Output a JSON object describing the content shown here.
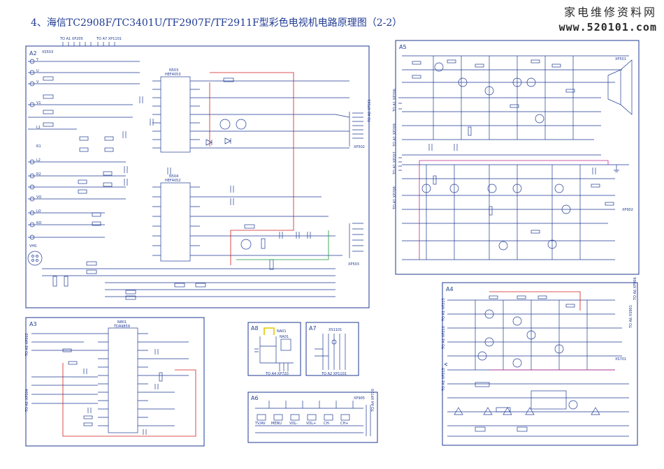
{
  "title": "4、海信TC2908F/TC3401U/TF2907F/TF2911F型彩色电视机电路原理图（2-2）",
  "watermark": {
    "name": "家电维修资料网",
    "url": "www.520101.com"
  },
  "colors": {
    "frame": "#1f3a93",
    "wire": "#1f3a93",
    "redwire": "#d21f1f",
    "greenwire": "#1a9a3a",
    "pinkwire": "#c0268a"
  },
  "panels": {
    "A2": {
      "label": "A2",
      "connectors": [
        "TO A1 XP205",
        "TO A7 XP1101",
        "XS503",
        "XP502",
        "XP503",
        "TO A8 XP501"
      ],
      "ics": [
        {
          "ref": "N503",
          "part": "HEF4053"
        },
        {
          "ref": "N504",
          "part": "HEF4052"
        }
      ],
      "inputs": [
        "Y",
        "U",
        "V",
        "V1",
        "L1",
        "R1",
        "L2",
        "R2",
        "VO",
        "LO",
        "RO",
        "VHS"
      ]
    },
    "A3": {
      "label": "A3",
      "connectors": [
        "TO A1 XP202",
        "TO A1 XP204"
      ],
      "ics": [
        {
          "ref": "N801",
          "part": "TDA9859"
        }
      ]
    },
    "A5": {
      "label": "A5",
      "connectors": [
        "TO A1 XP206",
        "TO A1 XP209",
        "TO A1 XP207",
        "TO A1 XP208",
        "XP501",
        "XP902"
      ]
    },
    "A4": {
      "label": "A4",
      "connectors": [
        "TO A1 XP213",
        "TO A1 XP210",
        "TO A1 XP215",
        "XS701",
        "TO A6 XS901",
        "TO A6 XP906"
      ]
    },
    "A8": {
      "label": "A8",
      "connectors": [
        "TO A4 XP720"
      ],
      "parts": [
        "NA01",
        "RA01"
      ]
    },
    "A7": {
      "label": "A7",
      "connectors": [
        "TO A2 XP1101"
      ],
      "parts": [
        "XS1101"
      ]
    },
    "A6": {
      "label": "A6",
      "connectors": [
        "TO A4 XP720",
        "XP905"
      ],
      "keys": [
        "TV/AV",
        "MENU",
        "VOL-",
        "VOL+",
        "CH-",
        "CH+"
      ]
    }
  }
}
